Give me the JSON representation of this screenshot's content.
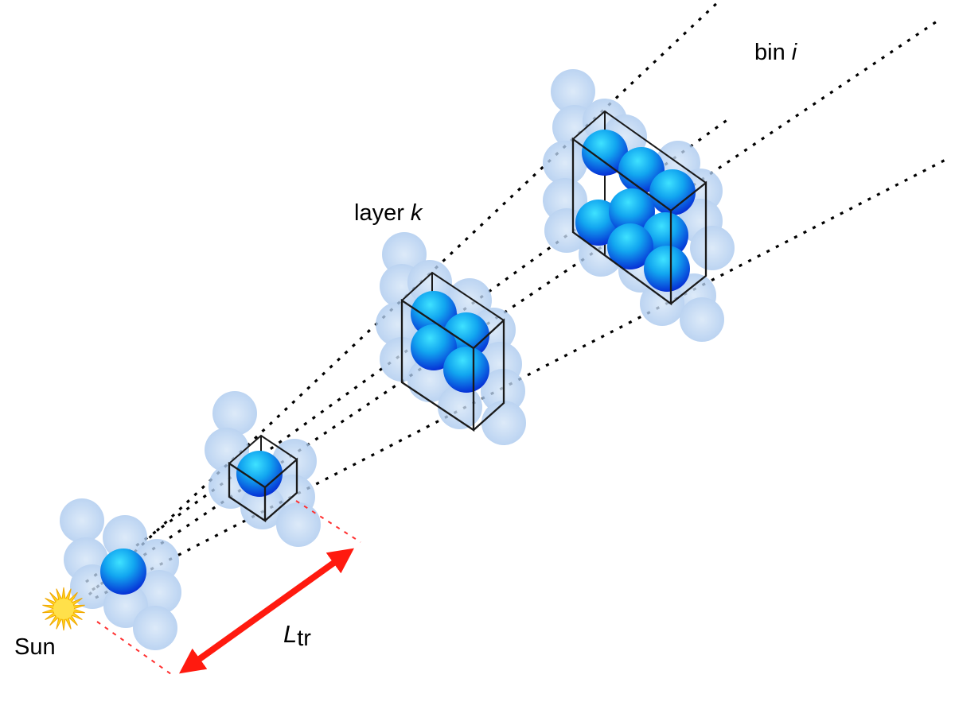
{
  "labels": {
    "sun": "Sun",
    "layer_word": "layer",
    "layer_var": "k",
    "bin_word": "bin",
    "bin_var": "i",
    "length_var": "L",
    "length_sub": "tr"
  },
  "colors": {
    "sun_fill": "#ffd21a",
    "particle_highlight": "#2ad4ff",
    "particle_core": "#0a3de0",
    "halo": "#b9d4f3",
    "arrow": "#ff1a0f",
    "guide_dash": "#ff3030",
    "ray": "#000000"
  },
  "icons": {
    "source": "sun-icon",
    "scatterer": "sphere-particle",
    "scale_marker": "double-arrow"
  }
}
